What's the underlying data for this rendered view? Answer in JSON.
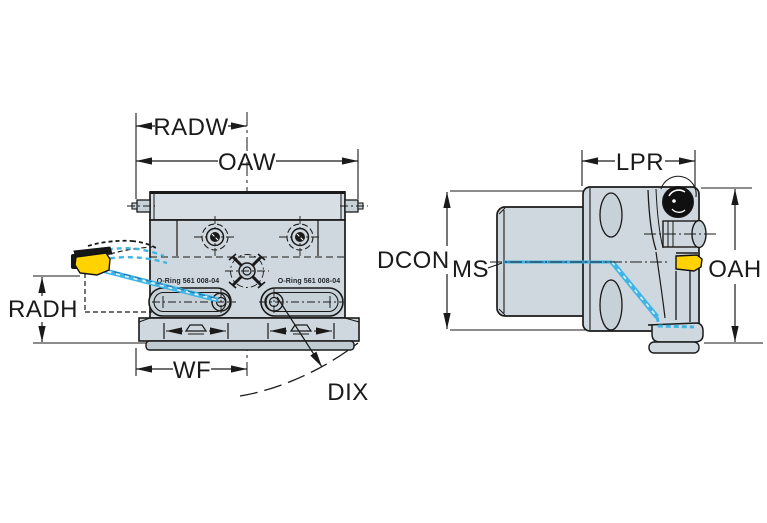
{
  "drawing": {
    "type": "technical-drawing",
    "description": "Two orthographic views of a clamping/tool holder unit with coolant channels and dimension callouts",
    "left_view": {
      "dims": {
        "radw": "RADW",
        "oaw": "OAW",
        "radh": "RADH",
        "wf": "WF",
        "dix": "DIX"
      },
      "oring_label_left": "O-Ring 561 008-04",
      "oring_label_right": "O-Ring 561 008-04"
    },
    "right_view": {
      "dims": {
        "dcon": "DCON",
        "ms": "MS",
        "lpr": "LPR",
        "oah": "OAH"
      }
    },
    "colors": {
      "body_fill": "#cfd8de",
      "body_light": "#d7dee4",
      "body_dark": "#bfcad2",
      "outline": "#1a1a1a",
      "coolant": "#3fb4e6",
      "coolant_dark": "#1c6fa3",
      "insert_yellow": "#ffd200",
      "screw_black": "#101010",
      "background": "#ffffff"
    }
  }
}
